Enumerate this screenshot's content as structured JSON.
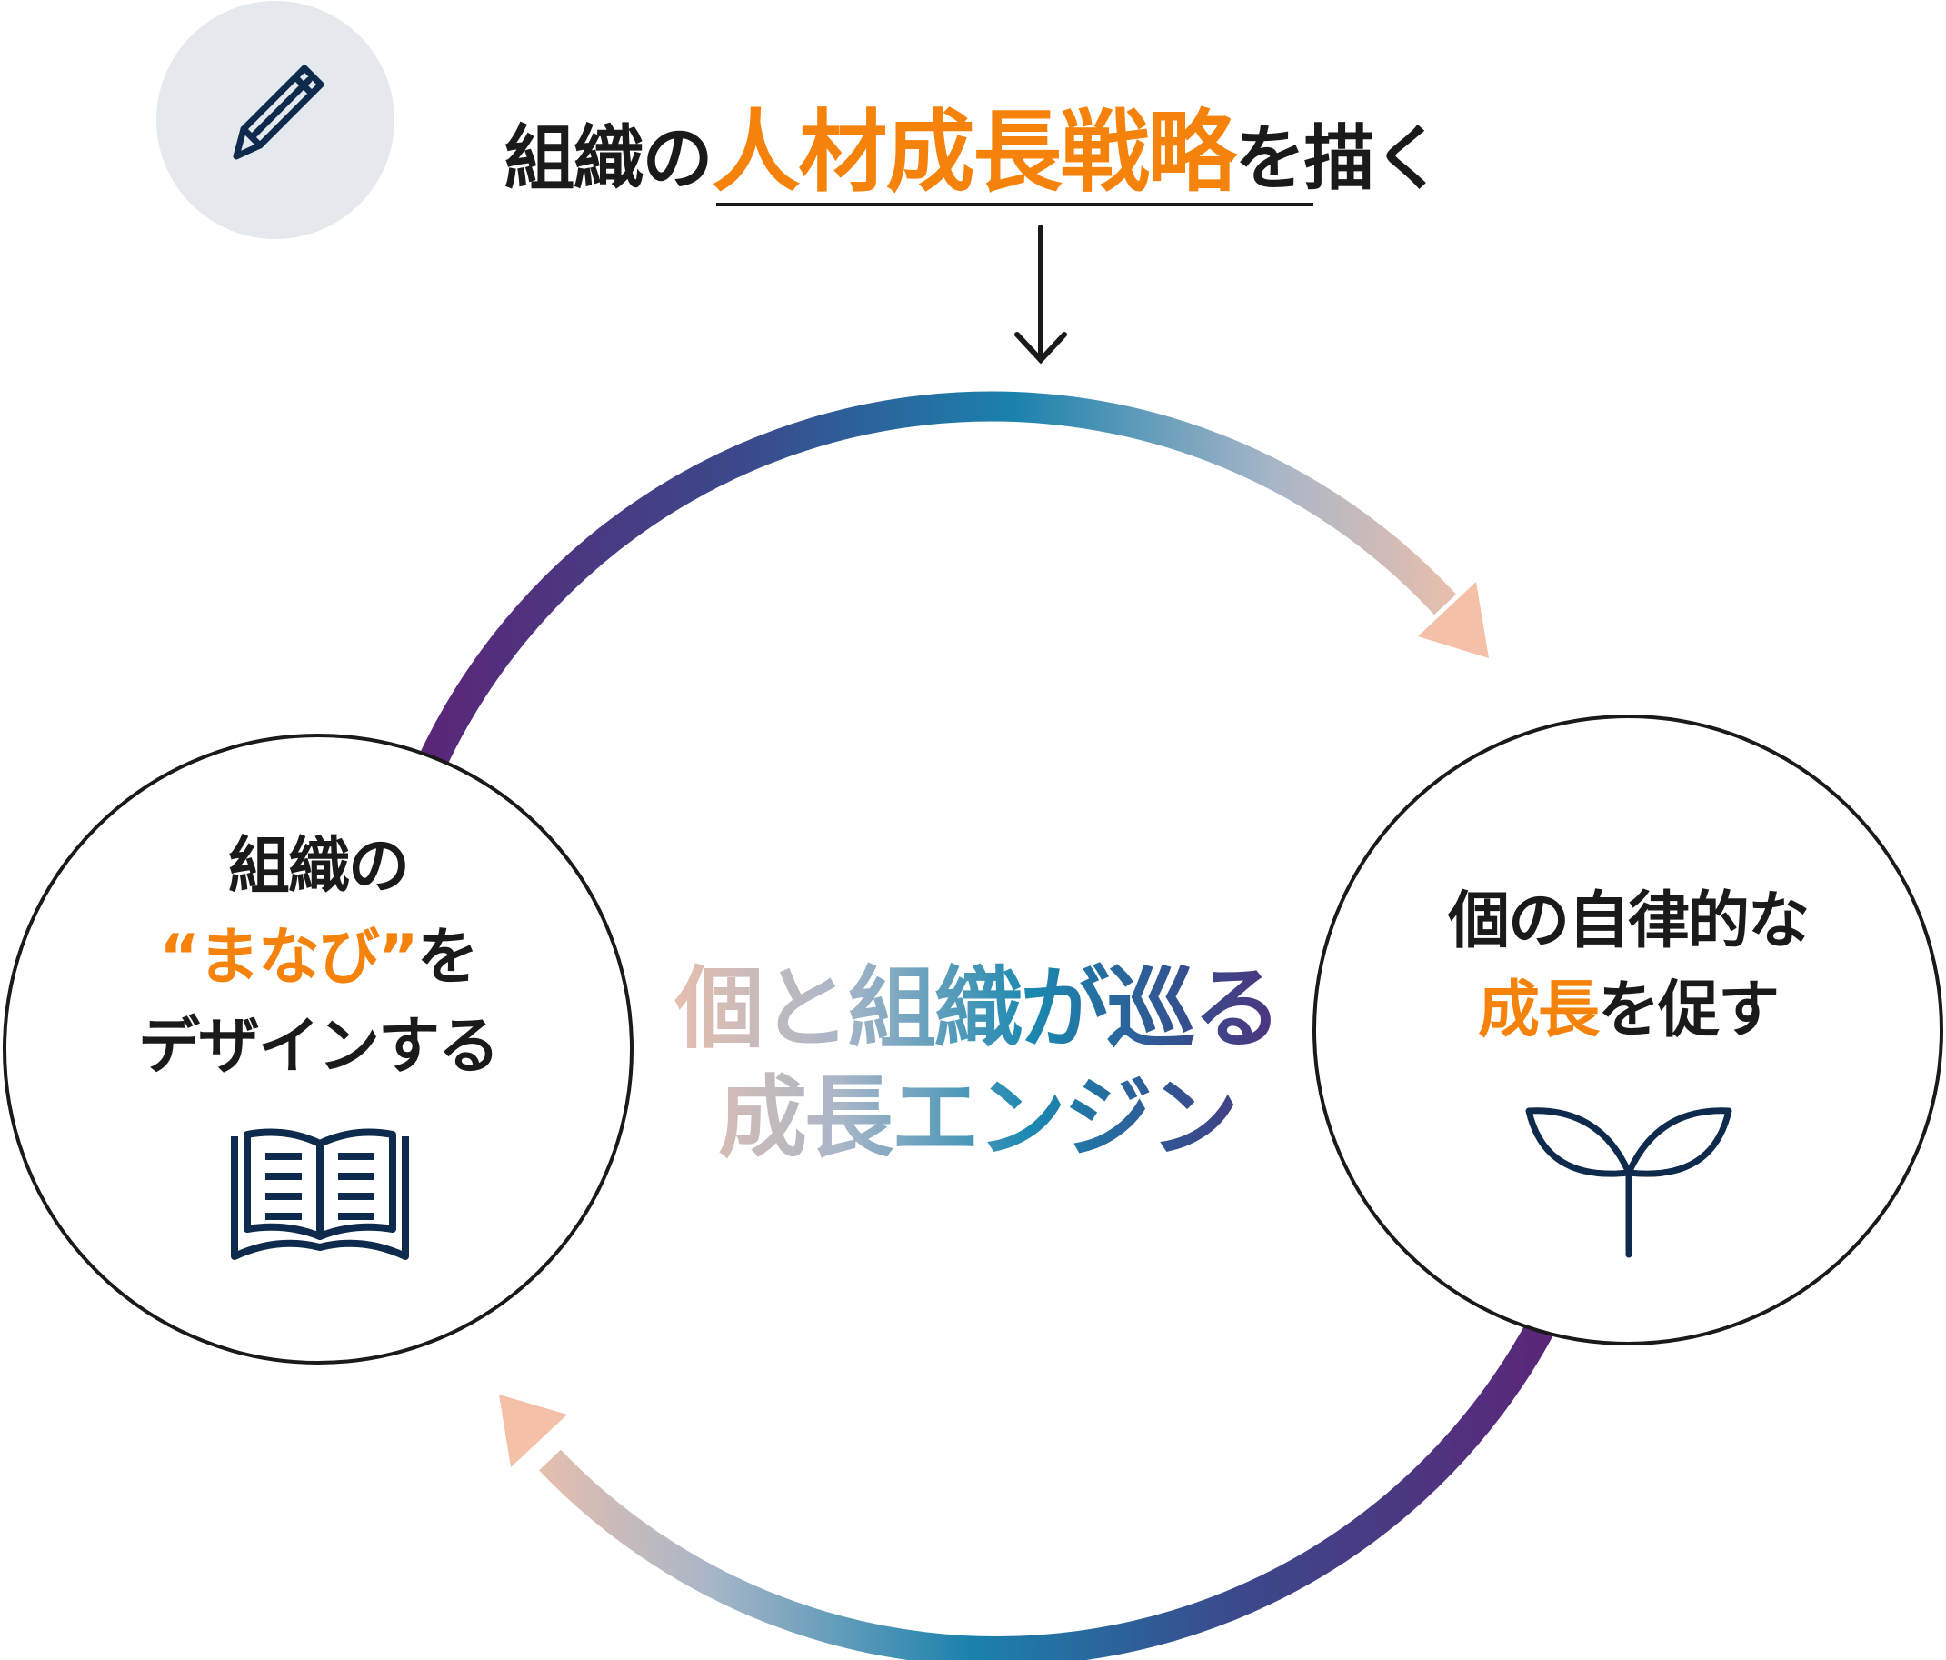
{
  "title": {
    "prefix": "組織の",
    "highlight": "人材成長戦略",
    "suffix": "を描く"
  },
  "center": {
    "line1": "個と組織が巡る",
    "line2": "成長エンジン"
  },
  "left_node": {
    "line1": "組織の",
    "line2_highlight": "“まなび”",
    "line2_suffix": "を",
    "line3": "デザインする"
  },
  "right_node": {
    "line1": "個の自律的な",
    "line2_highlight": "成長",
    "line2_suffix": "を促す"
  },
  "icons": [
    "pencil-icon",
    "arrow-down-icon",
    "open-book-icon",
    "sprout-icon"
  ],
  "colors": {
    "accent": "#f5820a",
    "navy": "#0e2a4d",
    "purple": "#5a2778",
    "teal": "#1a88b0",
    "peach": "#f4c0a8",
    "icon_bg": "#e5e8ec"
  }
}
